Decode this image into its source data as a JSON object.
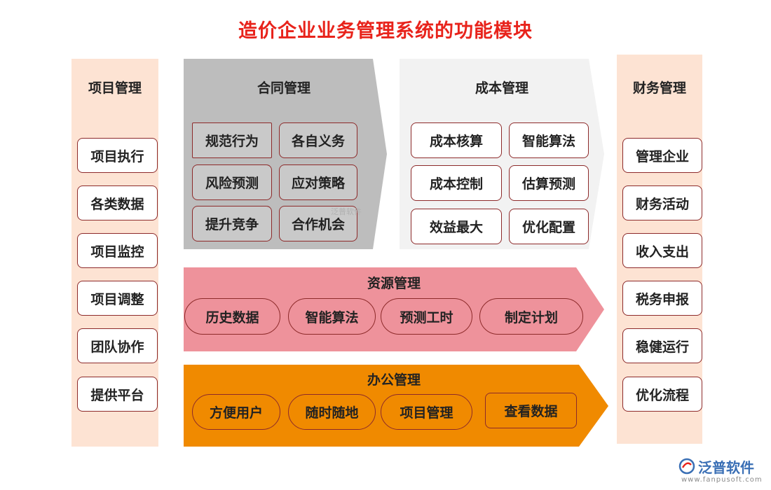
{
  "title": "造价企业业务管理系统的功能模块",
  "project_mgmt": {
    "header": "项目管理",
    "items": [
      "项目执行",
      "各类数据",
      "项目监控",
      "项目调整",
      "团队协作",
      "提供平台"
    ]
  },
  "finance_mgmt": {
    "header": "财务管理",
    "items": [
      "管理企业",
      "财务活动",
      "收入支出",
      "税务申报",
      "稳健运行",
      "优化流程"
    ]
  },
  "contract_mgmt": {
    "header": "合同管理",
    "items": [
      "规范行为",
      "各自义务",
      "风险预测",
      "应对策略",
      "提升竞争",
      "合作机会"
    ],
    "color": "#bdbdbd"
  },
  "cost_mgmt": {
    "header": "成本管理",
    "items": [
      "成本核算",
      "智能算法",
      "成本控制",
      "估算预测",
      "效益最大",
      "优化配置"
    ],
    "color": "#f2f2f2"
  },
  "resource_mgmt": {
    "header": "资源管理",
    "items": [
      "历史数据",
      "智能算法",
      "预测工时",
      "制定计划"
    ],
    "color": "#ee929b"
  },
  "office_mgmt": {
    "header": "办公管理",
    "items": [
      "方便用户",
      "随时随地",
      "项目管理",
      "查看数据"
    ],
    "color": "#f08a00"
  },
  "logo": {
    "name": "泛普软件",
    "url": "www.fanpusoft.com",
    "watermark": "泛普软件"
  }
}
